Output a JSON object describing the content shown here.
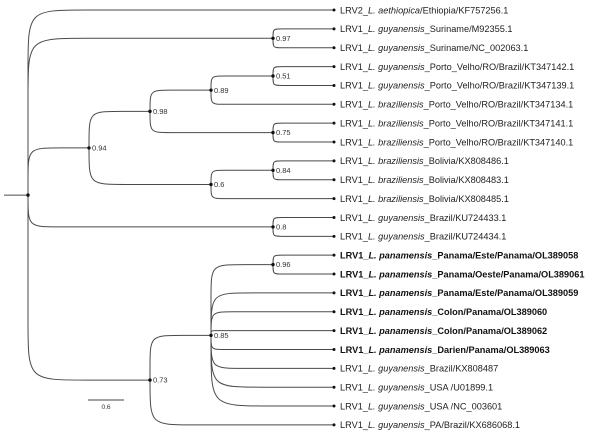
{
  "figure": {
    "type": "phylogenetic_tree",
    "scale_bar": {
      "label": "0.6"
    },
    "leaves": [
      {
        "id": "L0",
        "prefix": "LRV2_",
        "species": "L. aethiopica",
        "suffix": "/Ethiopia/KF757256.1",
        "bold": false
      },
      {
        "id": "L1",
        "prefix": "LRV1_",
        "species": "L. guyanensis",
        "suffix": "_Suriname/M92355.1",
        "bold": false
      },
      {
        "id": "L2",
        "prefix": "LRV1_",
        "species": "L. guyanensis",
        "suffix": "_Suriname/NC_002063.1",
        "bold": false
      },
      {
        "id": "L3",
        "prefix": "LRV1_",
        "species": "L. guyanensis",
        "suffix": "_Porto_Velho/RO/Brazil/KT347142.1",
        "bold": false
      },
      {
        "id": "L4",
        "prefix": "LRV1_",
        "species": "L. guyanensis",
        "suffix": "_Porto_Velho/RO/Brazil/KT347139.1",
        "bold": false
      },
      {
        "id": "L5",
        "prefix": "LRV1_",
        "species": "L. braziliensis",
        "suffix": "_Porto_Velho/RO/Brazil/KT347134.1",
        "bold": false
      },
      {
        "id": "L6",
        "prefix": "LRV1_",
        "species": "L. braziliensis",
        "suffix": "_Porto_Velho/RO/Brazil/KT347141.1",
        "bold": false
      },
      {
        "id": "L7",
        "prefix": "LRV1_",
        "species": "L. braziliensis",
        "suffix": "_Porto_Velho/RO/Brazil/KT347140.1",
        "bold": false
      },
      {
        "id": "L8",
        "prefix": "LRV1_",
        "species": "L. braziliensis",
        "suffix": "_Bolivia/KX808486.1",
        "bold": false
      },
      {
        "id": "L9",
        "prefix": "LRV1_",
        "species": "L. braziliensis",
        "suffix": "_Bolivia/KX808483.1",
        "bold": false
      },
      {
        "id": "L10",
        "prefix": "LRV1_",
        "species": "L. braziliensis",
        "suffix": "_Bolivia/KX808485.1",
        "bold": false
      },
      {
        "id": "L11",
        "prefix": "LRV1_",
        "species": "L. guyanensis",
        "suffix": "_Brazil/KU724433.1",
        "bold": false
      },
      {
        "id": "L12",
        "prefix": "LRV1_",
        "species": "L. guyanensis",
        "suffix": "_Brazil/KU724434.1",
        "bold": false
      },
      {
        "id": "L13",
        "prefix": "LRV1_",
        "species": "L. panamensis",
        "suffix": "_Panama/Este/Panama/OL389058",
        "bold": true
      },
      {
        "id": "L14",
        "prefix": "LRV1_",
        "species": "L. panamensis",
        "suffix": "_Panama/Oeste/Panama/OL389061",
        "bold": true
      },
      {
        "id": "L15",
        "prefix": "LRV1_",
        "species": "L. panamensis",
        "suffix": "_Panama/Este/Panama/OL389059",
        "bold": true
      },
      {
        "id": "L16",
        "prefix": "LRV1_",
        "species": "L. panamensis",
        "suffix": "_Colon/Panama/OL389060",
        "bold": true
      },
      {
        "id": "L17",
        "prefix": "LRV1_",
        "species": "L. panamensis",
        "suffix": "_Colon/Panama/OL389062",
        "bold": true
      },
      {
        "id": "L18",
        "prefix": "LRV1_",
        "species": "L. panamensis",
        "suffix": "_Darien/Panama/OL389063",
        "bold": true
      },
      {
        "id": "L19",
        "prefix": "LRV1_",
        "species": "L. guyanensis",
        "suffix": "_Brazil/KX808487",
        "bold": false
      },
      {
        "id": "L20",
        "prefix": "LRV1_",
        "species": "L. guyanensis",
        "suffix": "_USA /U01899.1",
        "bold": false
      },
      {
        "id": "L21",
        "prefix": "LRV1_",
        "species": "L. guyanensis",
        "suffix": "_USA /NC_003601",
        "bold": false
      },
      {
        "id": "L22",
        "prefix": "LRV1_",
        "species": "L. guyanensis",
        "suffix": "_PA/Brazil/KX686068.1",
        "bold": false
      }
    ],
    "tree": {
      "id": "root",
      "depth": 0,
      "support": null,
      "children": [
        {
          "leaf": 0
        },
        {
          "id": "n097",
          "depth": 4,
          "support": "0.97",
          "children": [
            {
              "leaf": 1
            },
            {
              "leaf": 2
            }
          ]
        },
        {
          "id": "n094",
          "depth": 1,
          "support": "0.94",
          "children": [
            {
              "id": "n098",
              "depth": 2,
              "support": "0.98",
              "children": [
                {
                  "id": "n089",
                  "depth": 3,
                  "support": "0.89",
                  "children": [
                    {
                      "id": "n051",
                      "depth": 4,
                      "support": "0.51",
                      "children": [
                        {
                          "leaf": 3
                        },
                        {
                          "leaf": 4
                        }
                      ]
                    },
                    {
                      "leaf": 5
                    }
                  ]
                },
                {
                  "id": "n075",
                  "depth": 4,
                  "support": "0.75",
                  "children": [
                    {
                      "leaf": 6
                    },
                    {
                      "leaf": 7
                    }
                  ]
                }
              ]
            },
            {
              "id": "n06",
              "depth": 3,
              "support": "0.6",
              "children": [
                {
                  "id": "n084",
                  "depth": 4,
                  "support": "0.84",
                  "children": [
                    {
                      "leaf": 8
                    },
                    {
                      "leaf": 9
                    }
                  ]
                },
                {
                  "leaf": 10
                }
              ]
            }
          ]
        },
        {
          "id": "n08",
          "depth": 4,
          "support": "0.8",
          "children": [
            {
              "leaf": 11
            },
            {
              "leaf": 12
            }
          ]
        },
        {
          "id": "n073",
          "depth": 2,
          "support": "0.73",
          "children": [
            {
              "id": "n085",
              "depth": 3,
              "support": "0.85",
              "children": [
                {
                  "id": "n096",
                  "depth": 4,
                  "support": "0.96",
                  "children": [
                    {
                      "leaf": 13
                    },
                    {
                      "leaf": 14
                    }
                  ]
                },
                {
                  "leaf": 15
                },
                {
                  "leaf": 16
                },
                {
                  "leaf": 17
                },
                {
                  "leaf": 18
                },
                {
                  "leaf": 19
                },
                {
                  "leaf": 20
                },
                {
                  "leaf": 21
                }
              ]
            },
            {
              "leaf": 22
            }
          ]
        }
      ]
    }
  }
}
